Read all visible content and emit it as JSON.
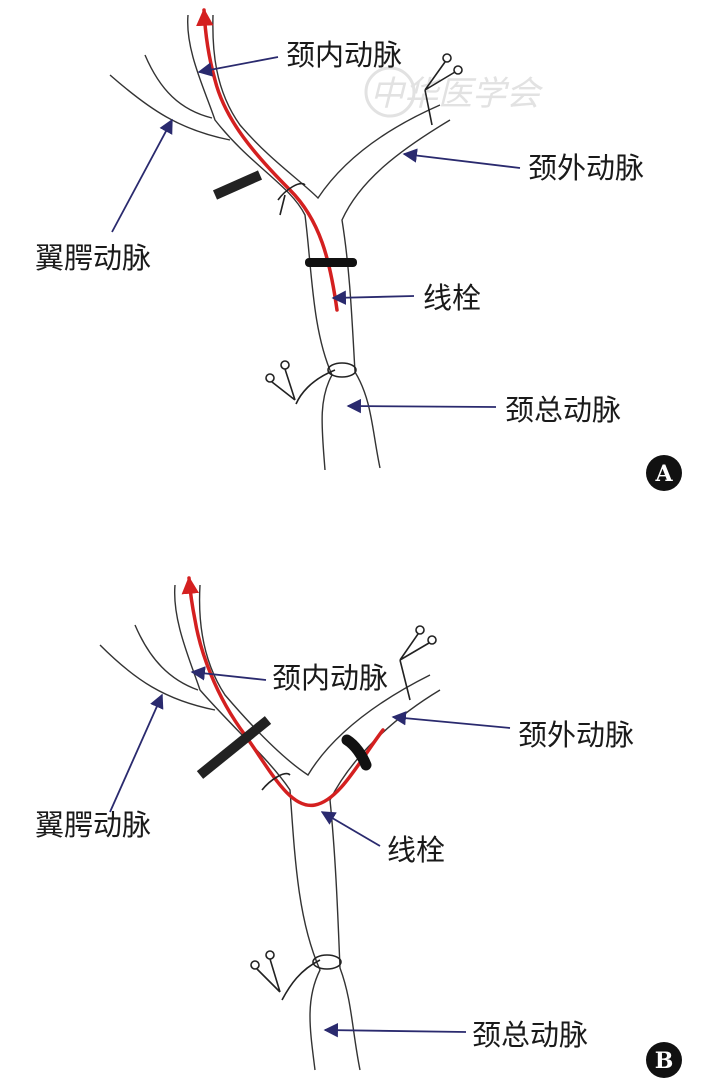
{
  "watermark": "中华医学会",
  "colors": {
    "catheter": "#d42020",
    "arrow": "#2a2a6e",
    "vessel": "#333333"
  },
  "panels": [
    {
      "badge": "A",
      "labels": {
        "ica": "颈内动脉",
        "eca": "颈外动脉",
        "ppa": "翼腭动脉",
        "filament": "线栓",
        "cca": "颈总动脉"
      }
    },
    {
      "badge": "B",
      "labels": {
        "ica": "颈内动脉",
        "eca": "颈外动脉",
        "ppa": "翼腭动脉",
        "filament": "线栓",
        "cca": "颈总动脉"
      }
    }
  ]
}
